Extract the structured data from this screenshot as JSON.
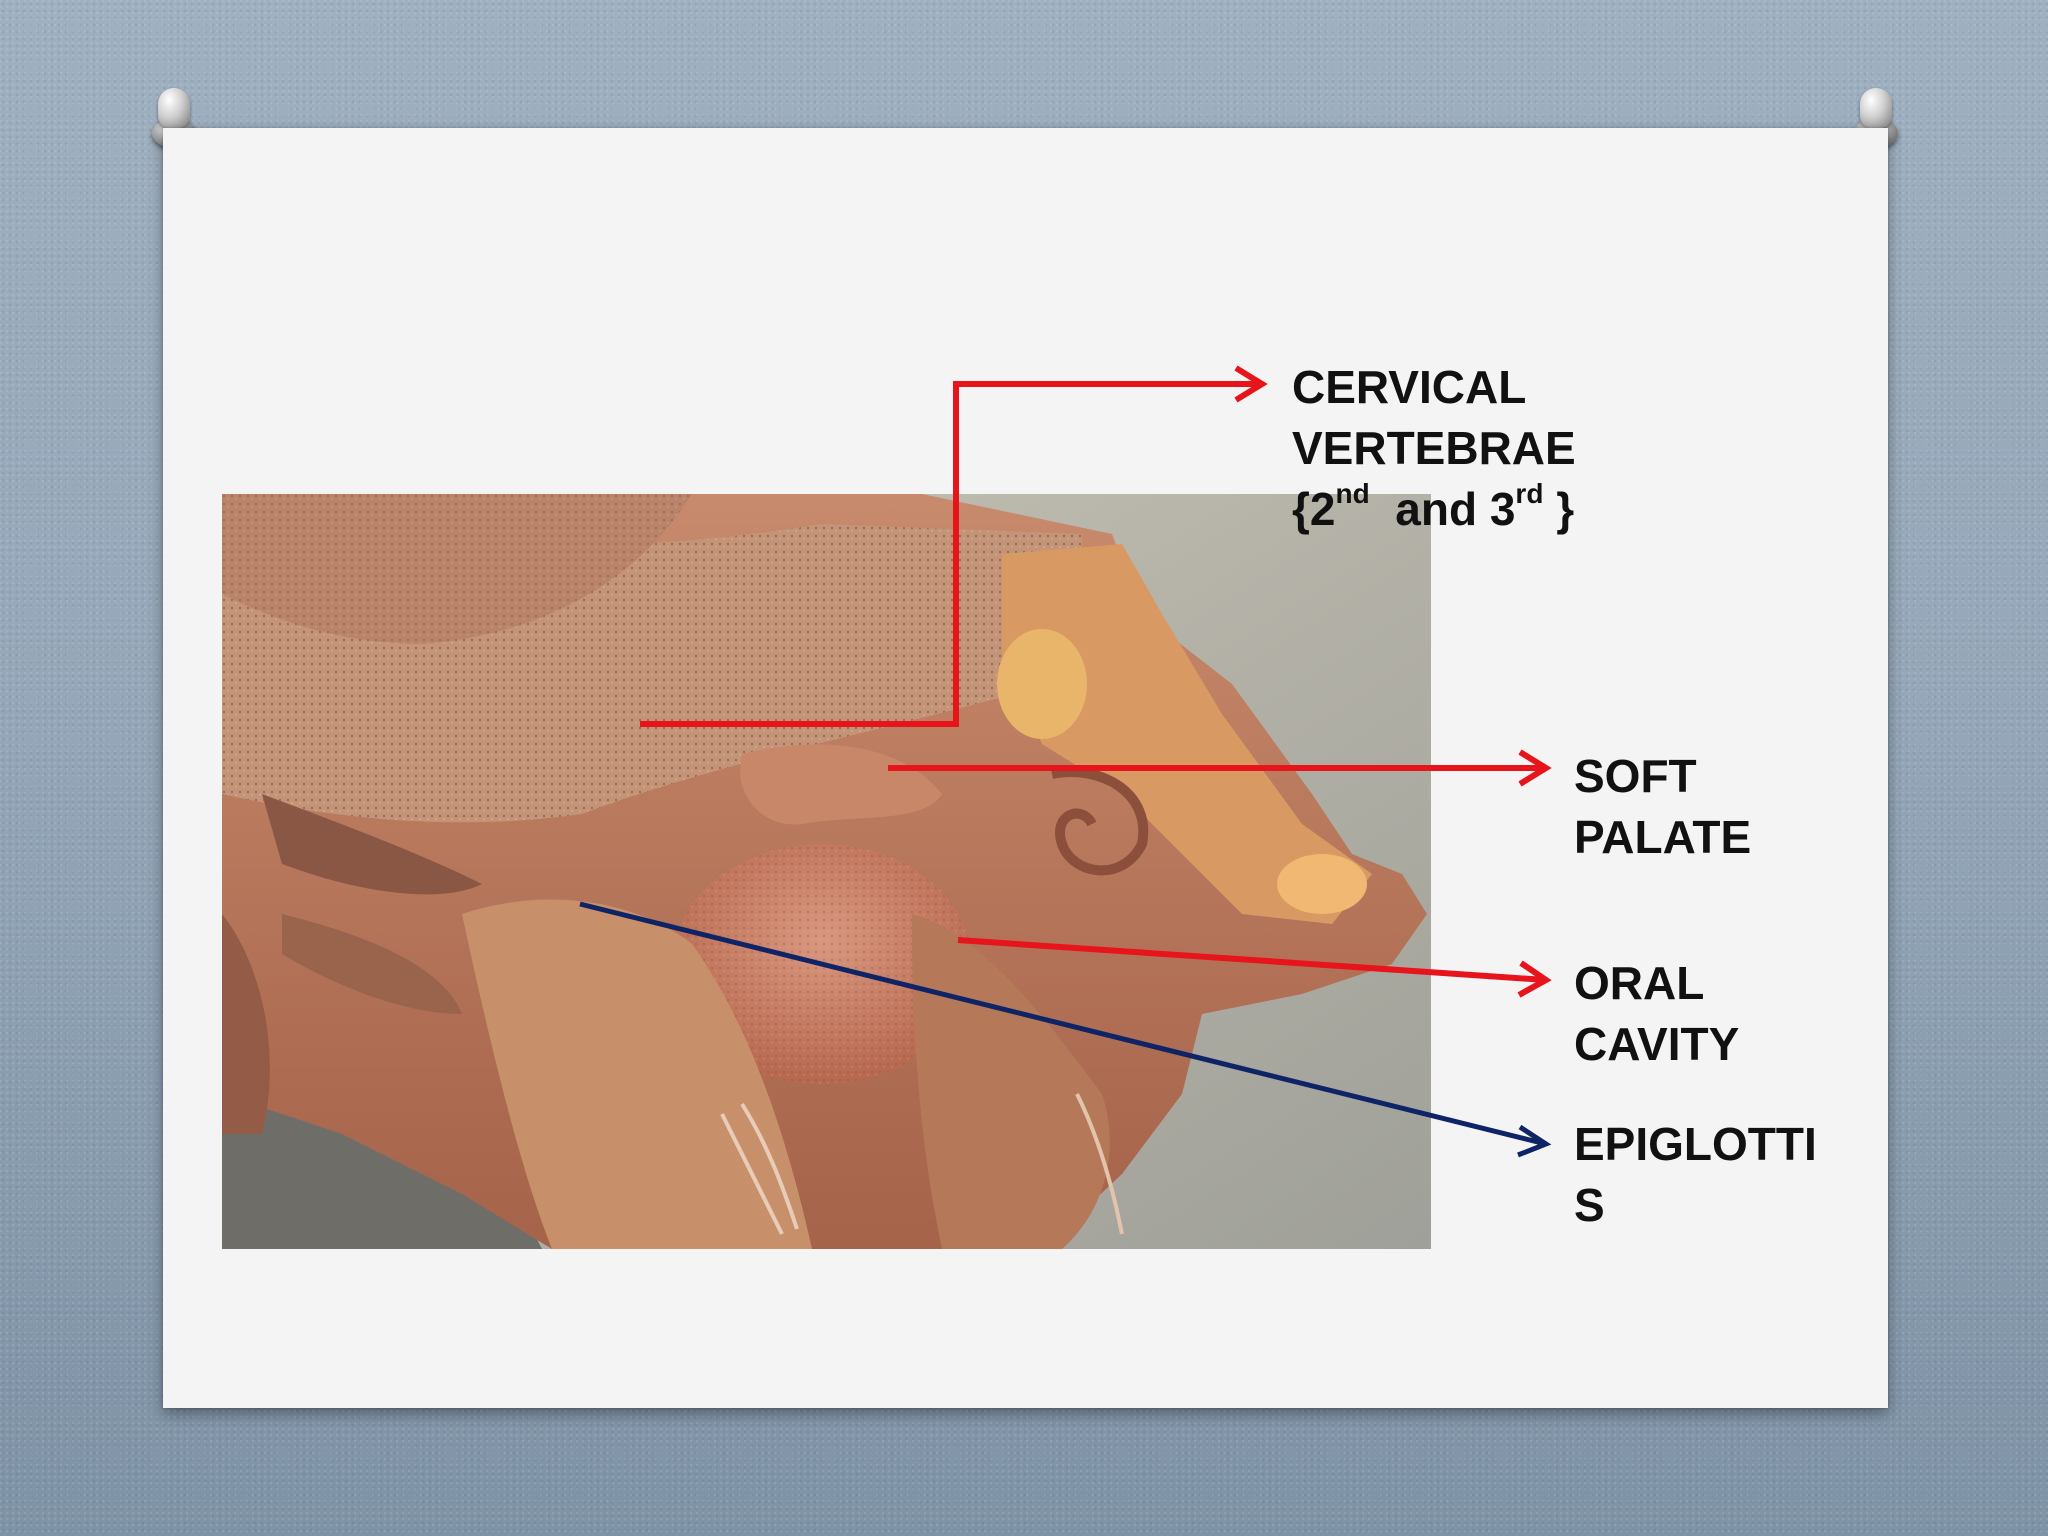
{
  "slide": {
    "labels": {
      "cervical": {
        "line1": "CERVICAL",
        "line2": "VERTEBRAE",
        "line3_open": "{2",
        "line3_sup1": "nd",
        "line3_mid": "  and 3",
        "line3_sup2": "rd",
        "line3_close": " }"
      },
      "soft_palate": {
        "line1": "SOFT",
        "line2": "PALATE"
      },
      "oral_cavity": {
        "line1": "ORAL",
        "line2": "CAVITY"
      },
      "epiglottis": {
        "line1": "EPIGLOTTI",
        "line2": "S"
      }
    }
  },
  "colors": {
    "pointer_red": "#e8141c",
    "pointer_blue": "#0f2466",
    "background": "#9fb0c0",
    "card": "#f4f4f4"
  }
}
